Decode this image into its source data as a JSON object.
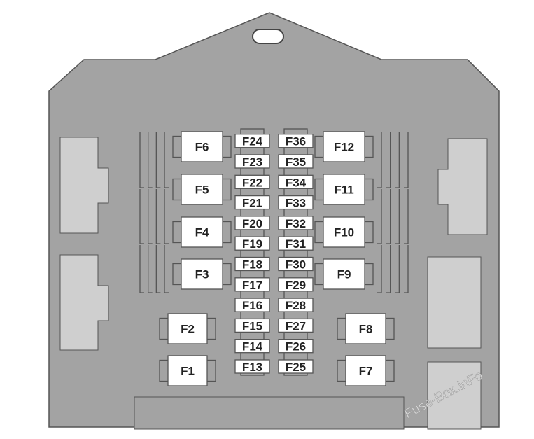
{
  "diagram": {
    "large_fuses": [
      "F1",
      "F2",
      "F3",
      "F4",
      "F5",
      "F6",
      "F7",
      "F8",
      "F9",
      "F10",
      "F11",
      "F12"
    ],
    "small_fuses_left": [
      "F13",
      "F14",
      "F15",
      "F16",
      "F17",
      "F18",
      "F19",
      "F20",
      "F21",
      "F22",
      "F23",
      "F24"
    ],
    "small_fuses_right": [
      "F25",
      "F26",
      "F27",
      "F28",
      "F29",
      "F30",
      "F31",
      "F32",
      "F33",
      "F34",
      "F35",
      "F36"
    ],
    "watermark": "Fuse-Box.inFo",
    "colors": {
      "body": "#a3a3a3",
      "outline": "#555555",
      "connector": "#cfcfcf",
      "fuse": "#ffffff"
    }
  }
}
